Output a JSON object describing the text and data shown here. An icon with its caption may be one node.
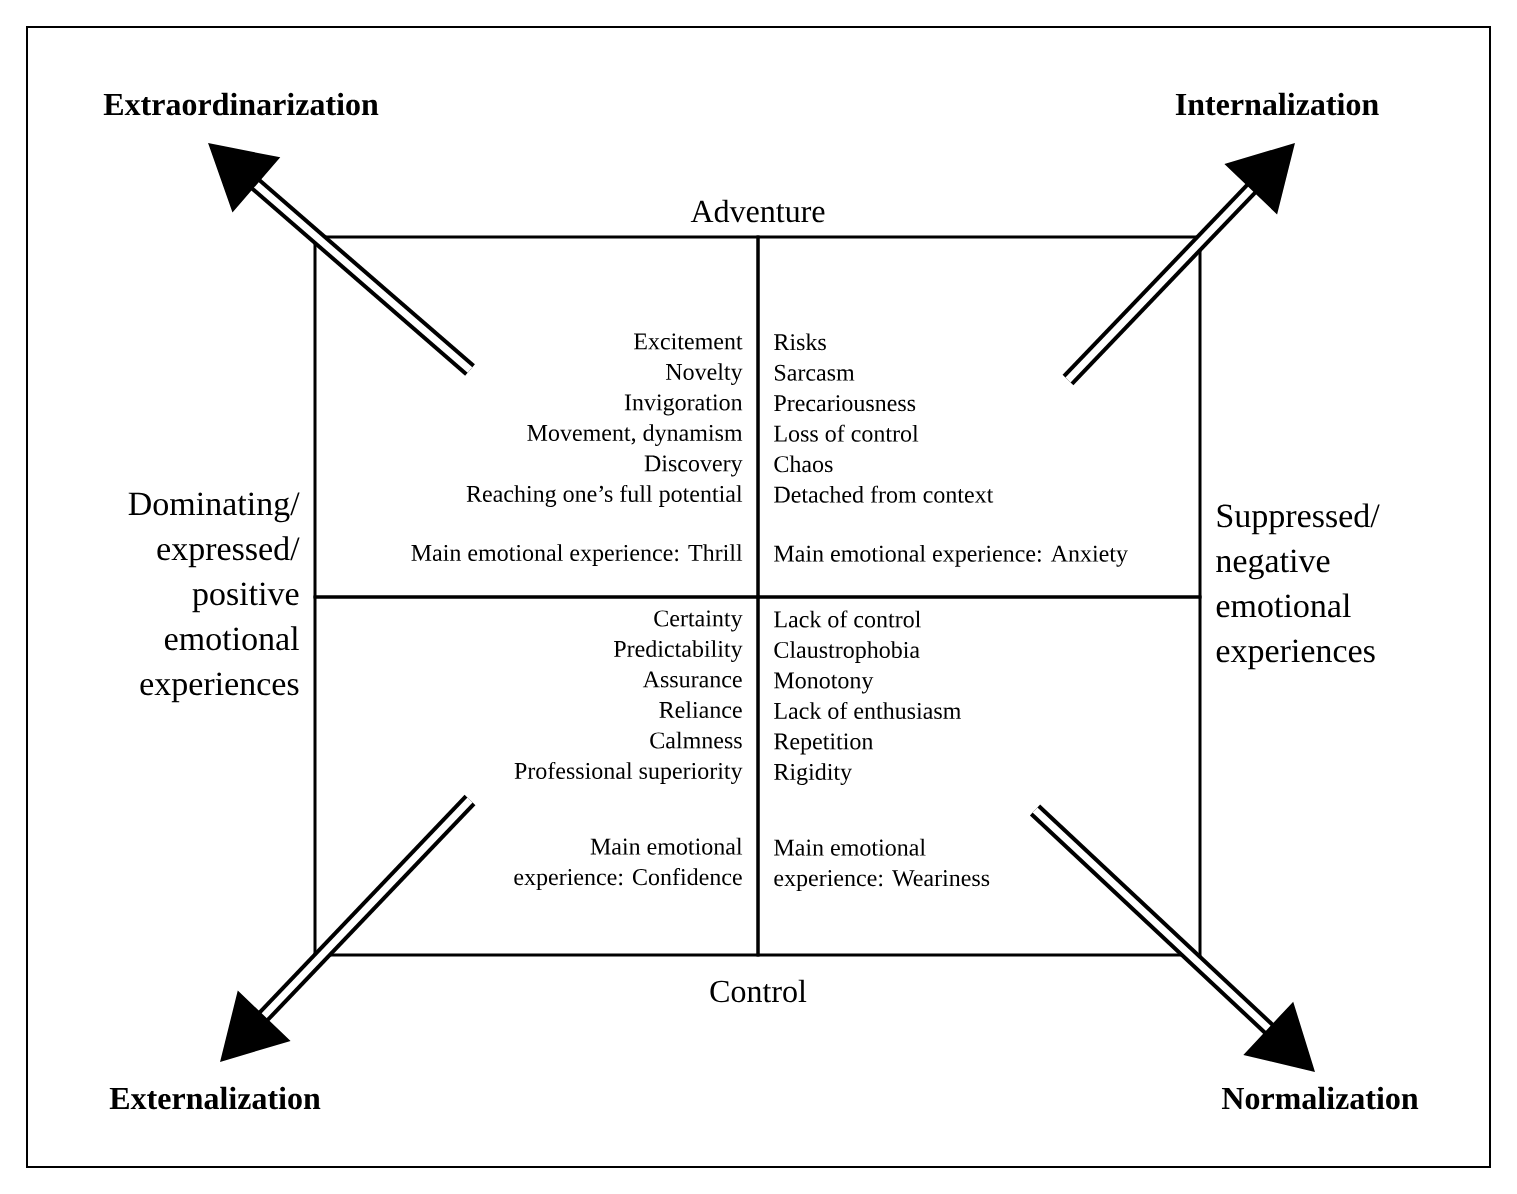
{
  "diagram": {
    "nodes": [
      {
        "text": [
          "Excitement",
          "Novelty",
          "Invigoration",
          "Movement, dynamism",
          "Discovery",
          "Reaching one’s full potential",
          "Main emotional experience: Thrill"
        ]
      },
      {
        "text": [
          "Risks",
          "Sarcasm",
          "Precariousness",
          "Loss of control",
          "Chaos",
          "Detached from context",
          "Main emotional experience: Anxiety"
        ]
      },
      {
        "text": [
          "Certainty",
          "Predictability",
          "Assurance",
          "Reliance",
          "Calmness",
          "Professional superiority",
          "Main emotional experience: Confidence"
        ]
      },
      {
        "text": [
          "Lack of control",
          "Claustrophobia",
          "Monotony",
          "Lack of enthusiasm",
          "Repetition",
          "Rigidity",
          "Main emotional experience: Weariness"
        ]
      },
      {
        "text": [
          "Extraordinarization"
        ]
      },
      {
        "text": [
          "Internalization"
        ]
      },
      {
        "text": [
          "Externalization"
        ]
      },
      {
        "text": [
          "Normalization"
        ]
      }
    ],
    "edges": [
      {
        "from": 0,
        "to": 4,
        "arrow": "to"
      },
      {
        "from": 1,
        "to": 5,
        "arrow": "to"
      },
      {
        "from": 2,
        "to": 6,
        "arrow": "to"
      },
      {
        "from": 3,
        "to": 7,
        "arrow": "to"
      }
    ],
    "labels": [
      "Adventure",
      "Dominating/ expressed/ positive emotional experiences",
      "Suppressed/ negative emotional experiences",
      "Control"
    ]
  }
}
